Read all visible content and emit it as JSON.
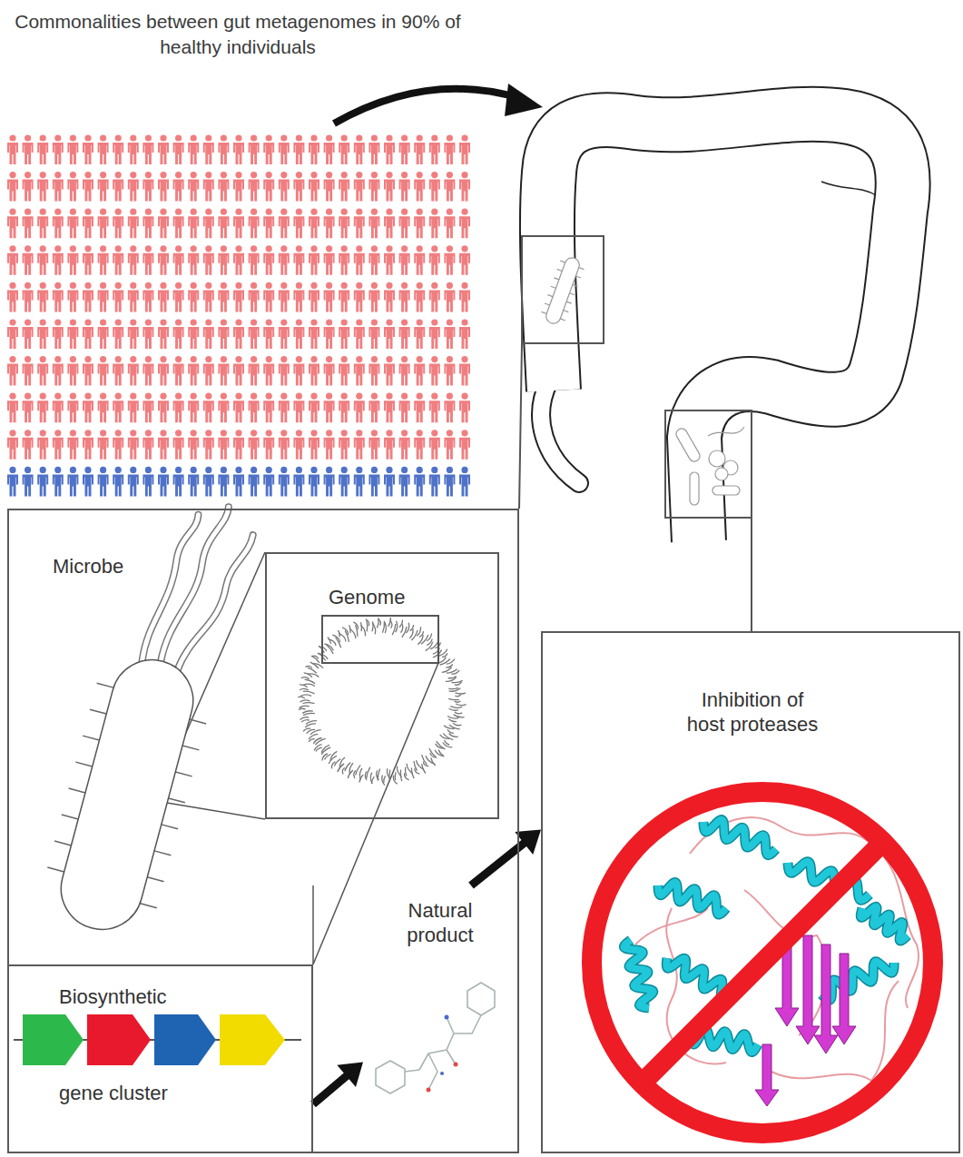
{
  "diagram": {
    "title": "Commonalities between gut metagenomes in 90% of healthy individuals",
    "nodes": [
      {
        "text": [
          "Microbe"
        ]
      },
      {
        "text": [
          "Genome"
        ],
        "in": 0
      },
      {
        "text": [
          "Biosynthetic",
          "gene cluster"
        ],
        "in": 0
      },
      {
        "text": [
          "Natural product"
        ],
        "in": 0
      },
      {
        "text": [
          "Inhibition of host proteases"
        ]
      }
    ],
    "edges": [
      {
        "from": 2,
        "to": 3,
        "arrow": "to"
      },
      {
        "from": 3,
        "to": 4,
        "arrow": "to"
      }
    ]
  }
}
